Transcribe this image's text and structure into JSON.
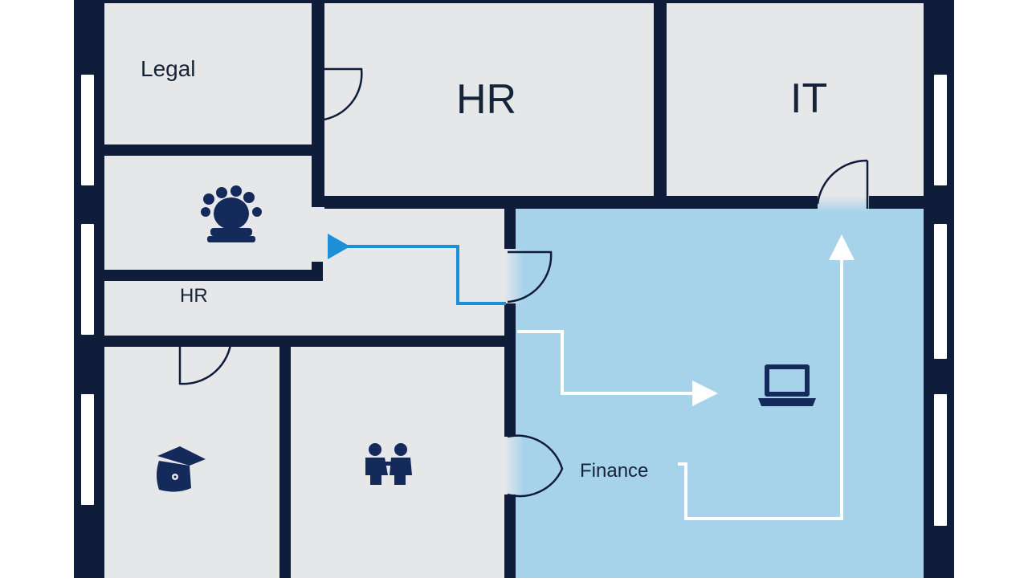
{
  "colors": {
    "wall": "#0f1d3a",
    "floor": "#e6e7e9",
    "highlight": "#a7d3ea",
    "door_glow": "#e8f4fb",
    "arrow_blue": "#1e8fd4",
    "arrow_white": "#ffffff",
    "icon": "#142a5a",
    "window": "#ffffff"
  },
  "rooms": {
    "legal": {
      "label": "Legal"
    },
    "hr_top": {
      "label": "HR"
    },
    "it": {
      "label": "IT"
    },
    "hr_small": {
      "label": "HR"
    },
    "finance": {
      "label": "Finance"
    }
  },
  "icons": {
    "meeting": "meeting-room-icon",
    "training": "graduation-cap-icon",
    "people": "people-icon",
    "computer": "laptop-icon"
  },
  "routes": [
    {
      "name": "blue-route-to-meeting-room",
      "color": "arrow_blue"
    },
    {
      "name": "white-route-to-laptop",
      "color": "arrow_white"
    },
    {
      "name": "white-route-to-it",
      "color": "arrow_white"
    }
  ]
}
